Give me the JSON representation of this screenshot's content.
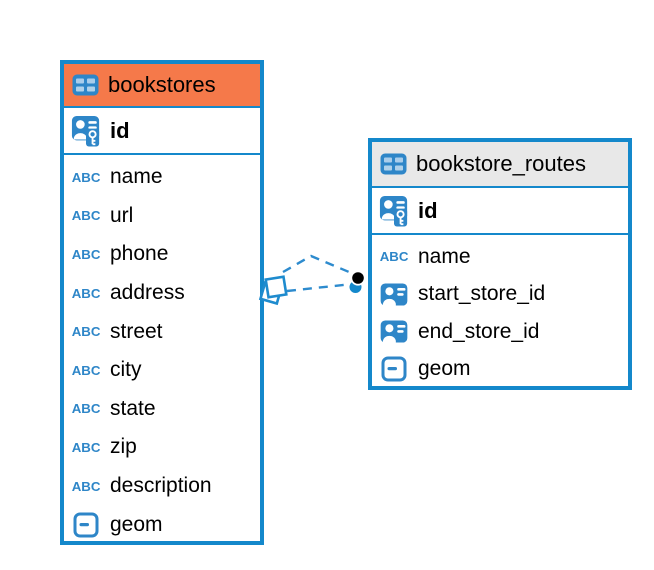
{
  "diagram": {
    "tables": [
      {
        "name": "bookstores",
        "header_color": "#F5794A",
        "columns": [
          {
            "name": "id",
            "type": "primary-key",
            "icon": "primary-key-icon",
            "section": "key",
            "bold": true
          },
          {
            "name": "name",
            "type": "text",
            "icon": "text-type-icon",
            "section": "body"
          },
          {
            "name": "url",
            "type": "text",
            "icon": "text-type-icon",
            "section": "body"
          },
          {
            "name": "phone",
            "type": "text",
            "icon": "text-type-icon",
            "section": "body"
          },
          {
            "name": "address",
            "type": "text",
            "icon": "text-type-icon",
            "section": "body"
          },
          {
            "name": "street",
            "type": "text",
            "icon": "text-type-icon",
            "section": "body"
          },
          {
            "name": "city",
            "type": "text",
            "icon": "text-type-icon",
            "section": "body"
          },
          {
            "name": "state",
            "type": "text",
            "icon": "text-type-icon",
            "section": "body"
          },
          {
            "name": "zip",
            "type": "text",
            "icon": "text-type-icon",
            "section": "body"
          },
          {
            "name": "description",
            "type": "text",
            "icon": "text-type-icon",
            "section": "body"
          },
          {
            "name": "geom",
            "type": "object",
            "icon": "object-type-icon",
            "section": "body"
          }
        ]
      },
      {
        "name": "bookstore_routes",
        "header_color": "#E8E8E8",
        "columns": [
          {
            "name": "id",
            "type": "primary-key",
            "icon": "primary-key-icon",
            "section": "key",
            "bold": true
          },
          {
            "name": "name",
            "type": "text",
            "icon": "text-type-icon",
            "section": "body"
          },
          {
            "name": "start_store_id",
            "type": "foreign-key",
            "icon": "foreign-key-icon",
            "section": "body"
          },
          {
            "name": "end_store_id",
            "type": "foreign-key",
            "icon": "foreign-key-icon",
            "section": "body"
          },
          {
            "name": "geom",
            "type": "object",
            "icon": "object-type-icon",
            "section": "body"
          }
        ]
      }
    ],
    "relationship": {
      "from_table": "bookstores",
      "to_table": "bookstore_routes",
      "line_style": "dashed",
      "strand_count": 2
    },
    "icons": {
      "text_type_glyph": "ABC"
    },
    "colors": {
      "table_border": "#1488CB",
      "bookstores_header": "#F5794A",
      "routes_header": "#E8E8E8",
      "icon_blue": "#2E86C8",
      "link_blue": "#2D8BCE",
      "target_dot": "#000000",
      "text": "#000000",
      "background": "#FFFFFF"
    }
  }
}
